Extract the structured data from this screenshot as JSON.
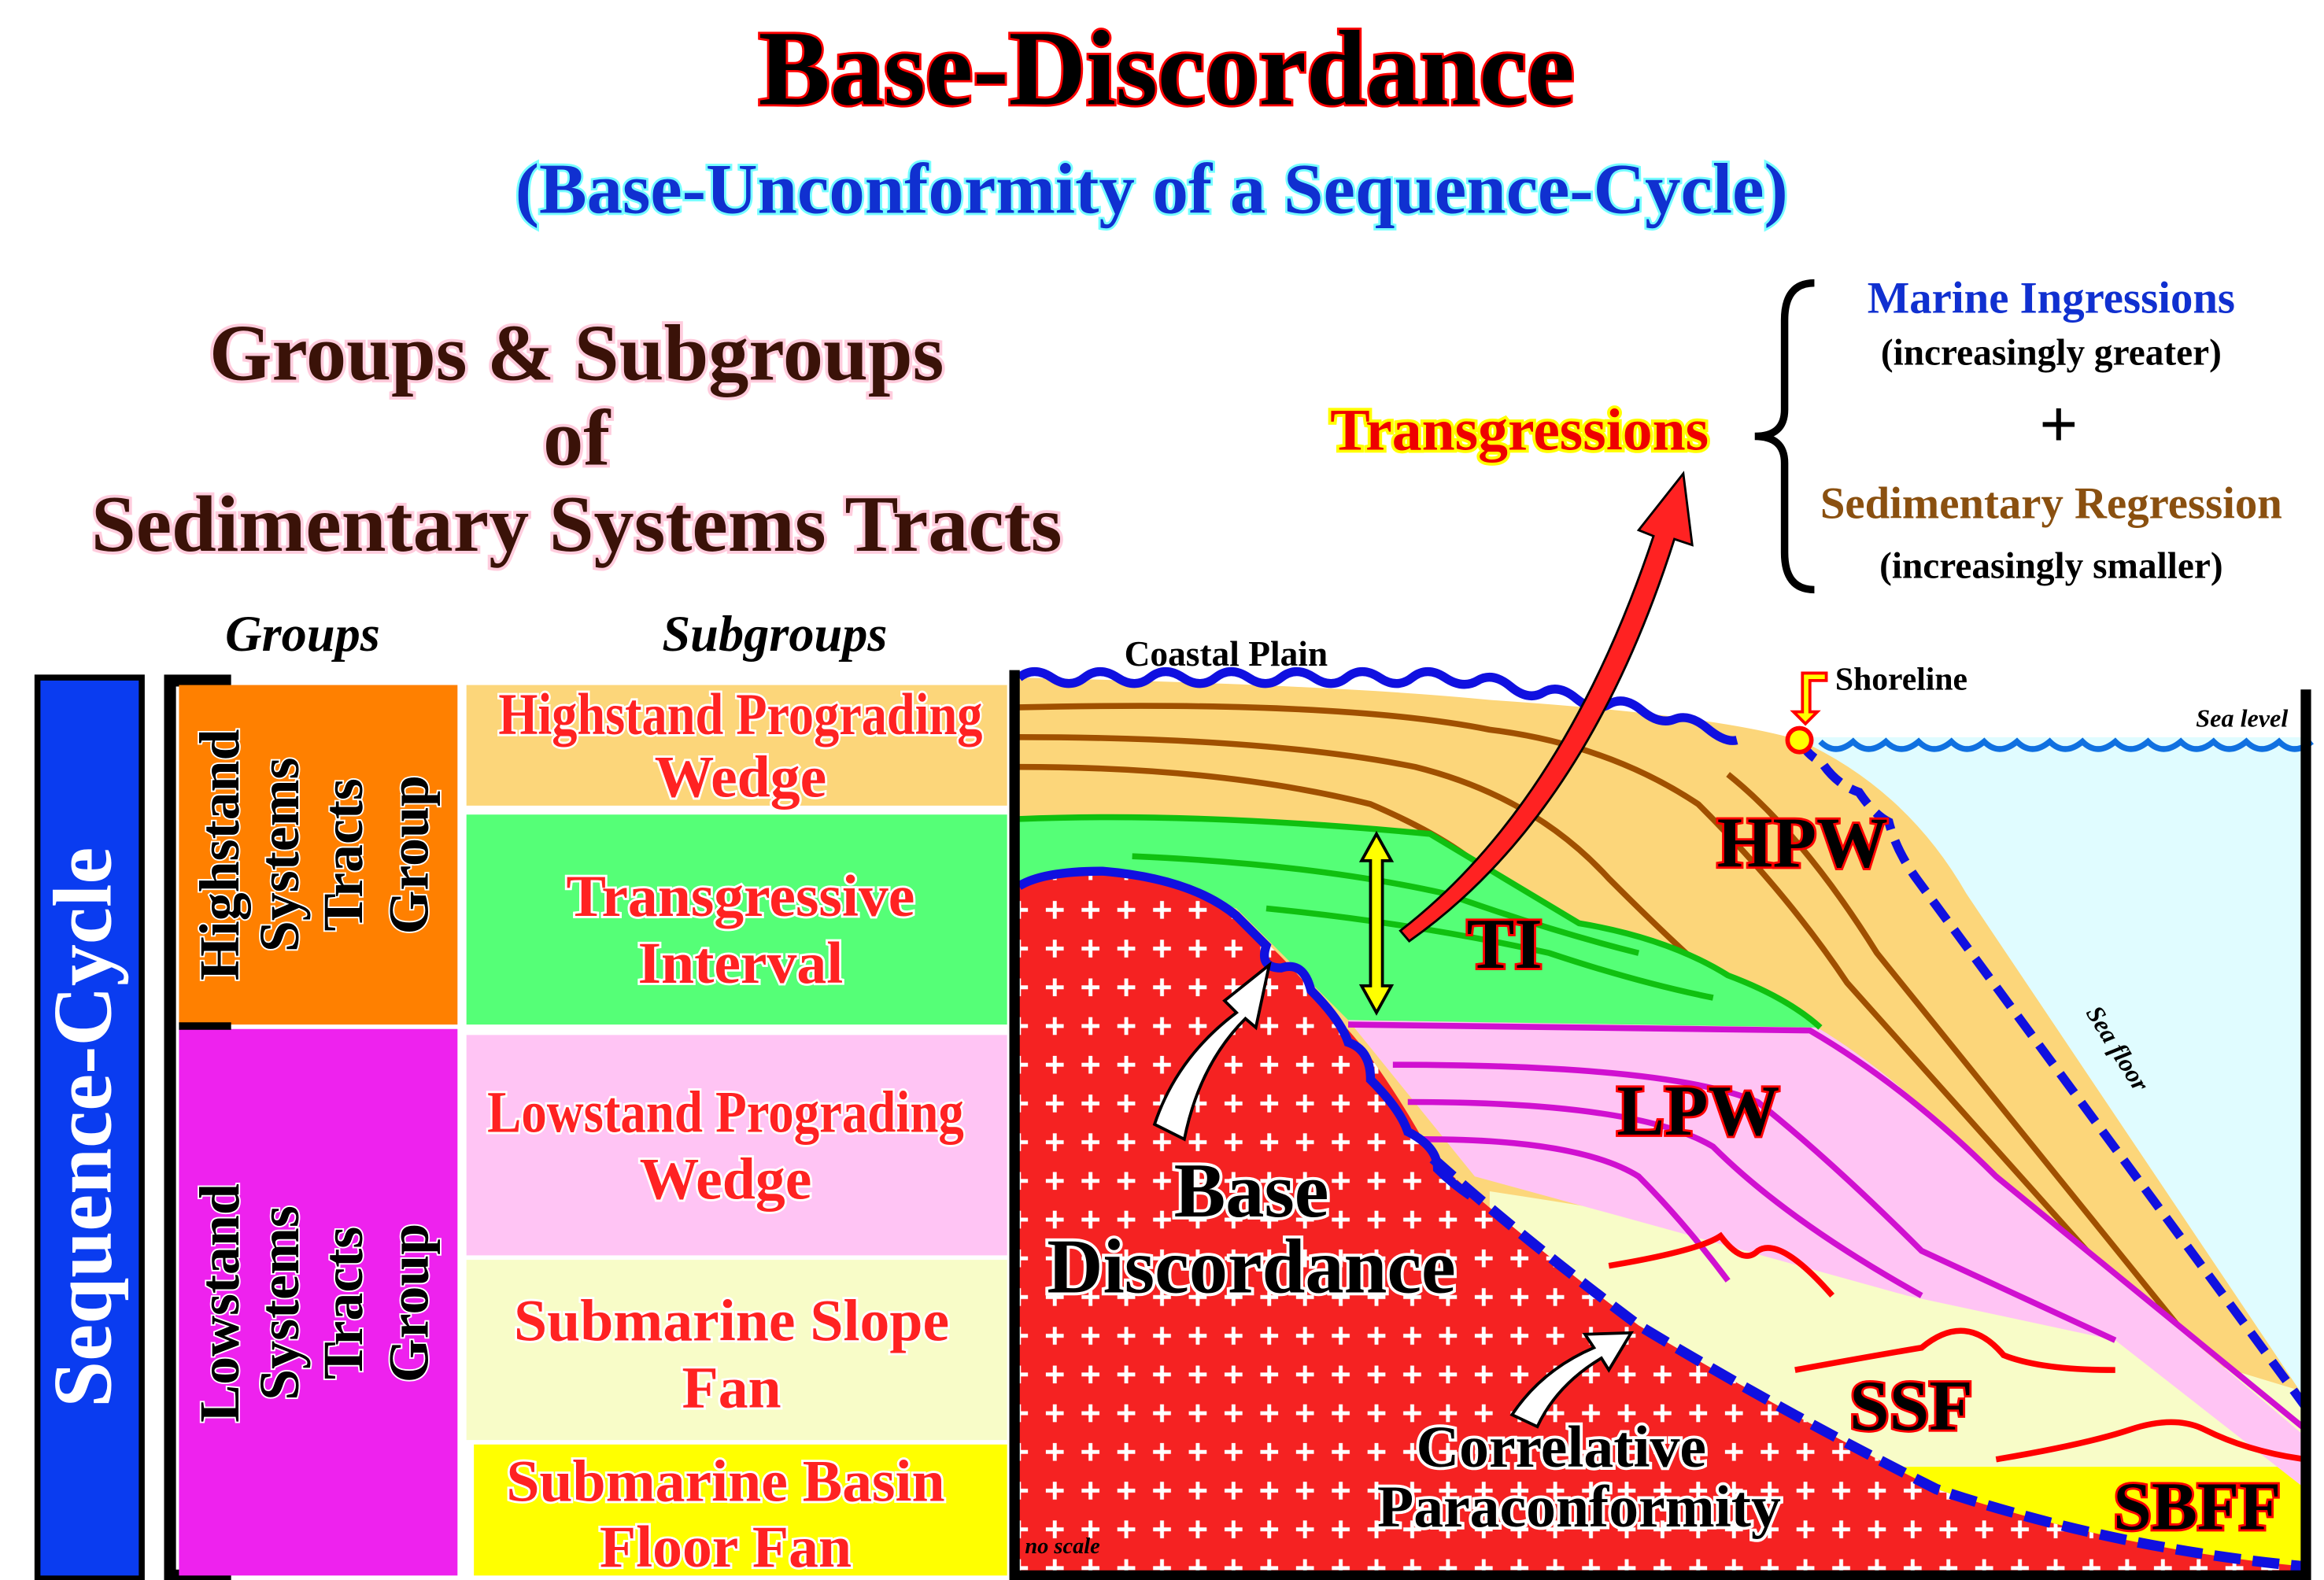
{
  "title": "Base-Discordance",
  "subtitle": "(Base-Unconformity of a Sequence-Cycle)",
  "heading": [
    "Groups & Subgroups",
    "of",
    "Sedimentary Systems Tracts"
  ],
  "transgressions": {
    "label": "Transgressions",
    "marine_ingressions": "Marine Ingressions",
    "increasingly_greater": "(increasingly greater)",
    "plus": "+",
    "sedimentary_regression": "Sedimentary Regression",
    "increasingly_smaller": "(increasingly smaller)"
  },
  "columns": {
    "groups": "Groups",
    "subgroups": "Subgroups"
  },
  "sequence_cycle": "Sequence-Cycle",
  "groups": {
    "highstand": [
      "Highstand",
      "Systems",
      "Tracts",
      "Group"
    ],
    "lowstand": [
      "Lowstand",
      "Systems",
      "Tracts",
      "Group"
    ]
  },
  "subgroups": {
    "hpw": [
      "Highstand Prograding",
      "Wedge"
    ],
    "ti": [
      "Transgressive",
      "Interval"
    ],
    "lpw": [
      "Lowstand Prograding",
      "Wedge"
    ],
    "ssf": [
      "Submarine Slope",
      "Fan"
    ],
    "sbff": [
      "Submarine Basin",
      "Floor Fan"
    ]
  },
  "diagram": {
    "coastal_plain": "Coastal Plain",
    "shoreline": "Shoreline",
    "sea_level": "Sea level",
    "sea_floor": "Sea floor",
    "no_scale": "no scale",
    "hpw": "HPW",
    "ti": "TI",
    "lpw": "LPW",
    "ssf": "SSF",
    "sbff": "SBFF",
    "base_discordance": [
      "Base",
      "Discordance"
    ],
    "correlative_paraconformity": [
      "Correlative",
      "Paraconformity"
    ]
  },
  "colors": {
    "hpw": "#fcd67a",
    "ti": "#55ff77",
    "lpw": "#ffc4f4",
    "ssf": "#f8fcc8",
    "sbff": "#ffff00",
    "basement": "#f52222",
    "sea": "#e0fcff",
    "sequence_cycle": "#0a3cf0",
    "highstand_group": "#ff8000",
    "lowstand_group": "#ee22ee"
  }
}
